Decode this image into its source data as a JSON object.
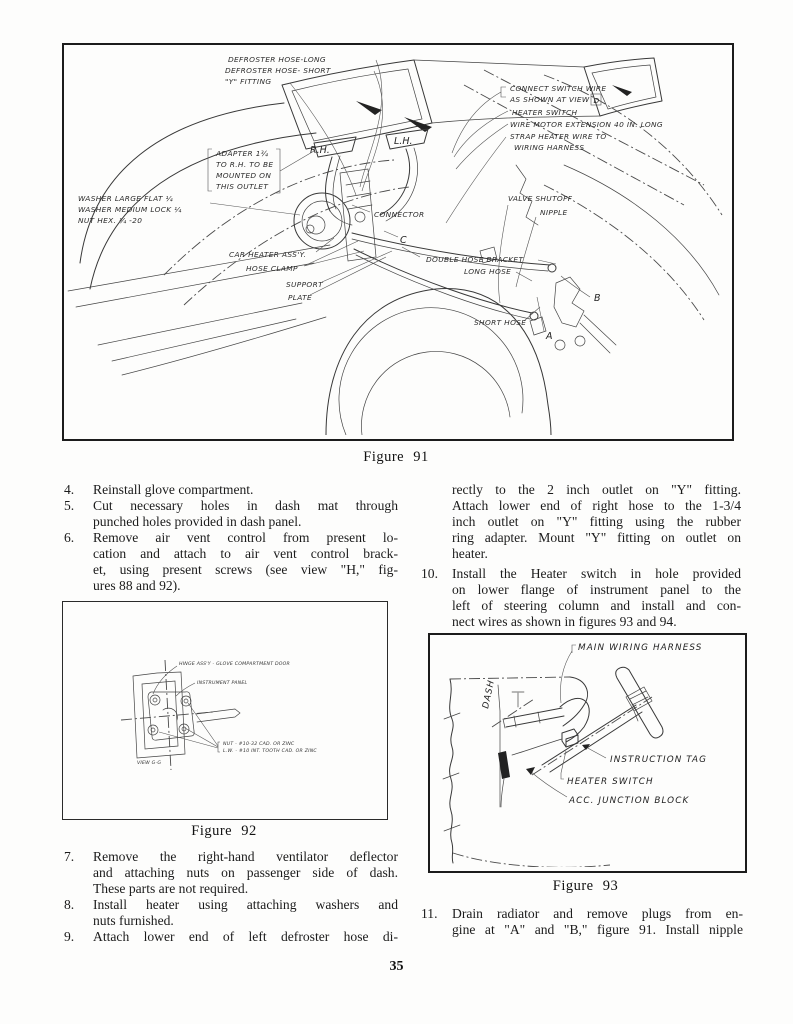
{
  "page_number": "35",
  "figure91": {
    "caption": "Figure 91",
    "labels": {
      "defroster_long": "DEFROSTER HOSE-LONG",
      "defroster_short": "DEFROSTER HOSE- SHORT",
      "y_fitting": "\"Y\" FITTING",
      "connect_switch_1": "CONNECT SWITCH WIRE",
      "connect_switch_2": "AS SHOWN AT VIEW",
      "view_d": "D",
      "heater_switch": "HEATER SWITCH",
      "wire_motor": "WIRE MOTOR EXTENSION 40 IN. LONG",
      "strap_1": "STRAP HEATER WIRE TO",
      "strap_2": "WIRING HARNESS",
      "adapter": [
        "ADAPTER 1¾",
        "TO R.H. TO BE",
        "MOUNTED ON",
        "THIS OUTLET"
      ],
      "washer_1": "WASHER LARGE FLAT ¼",
      "washer_2": "WASHER MEDIUM LOCK ¼",
      "washer_3": "NUT HEX. ¼ -20",
      "rh": "R.H.",
      "lh": "L.H.",
      "connector": "CONNECTOR",
      "car_heater": "CAR HEATER ASS'Y.",
      "hose_clamp": "HOSE CLAMP",
      "support": "SUPPORT",
      "plate": "PLATE",
      "c": "C",
      "valve_shutoff": "VALVE SHUTOFF",
      "nipple": "NIPPLE",
      "double_hose_bracket": "DOUBLE HOSE BRACKET",
      "long_hose": "LONG HOSE",
      "short_hose": "SHORT HOSE",
      "b": "B",
      "a": "A"
    }
  },
  "figure92": {
    "caption": "Figure 92",
    "labels": {
      "hinge": "HINGE ASS'Y - GLOVE COMPARTMENT DOOR",
      "instrument_panel": "INSTRUMENT PANEL",
      "nut": "NUT - #10-32 CAD. OR ZINC",
      "lockwasher": "L.W. - #10 INT. TOOTH CAD. OR ZINC",
      "view": "VIEW G-G"
    }
  },
  "figure93": {
    "caption": "Figure 93",
    "labels": {
      "main_wiring_harness": "MAIN WIRING HARNESS",
      "dash": "DASH",
      "instruction_tag": "INSTRUCTION TAG",
      "heater_switch": "HEATER SWITCH",
      "acc_junction_block": "ACC. JUNCTION BLOCK"
    }
  },
  "instructions": {
    "item4": {
      "num": "4.",
      "l1": "Reinstall glove compartment."
    },
    "item5": {
      "num": "5.",
      "l1": "Cut necessary holes in dash mat through",
      "l2": "punched holes provided in dash panel."
    },
    "item6": {
      "num": "6.",
      "l1": "Remove air vent control from present lo-",
      "l2": "cation and attach to air vent control brack-",
      "l3": "et, using present screws (see view \"H,\" fig-",
      "l4": "ures 88 and 92)."
    },
    "item7": {
      "num": "7.",
      "l1": "Remove the right-hand ventilator deflector",
      "l2": "and attaching nuts on passenger side of dash.",
      "l3": "These parts are not required."
    },
    "item8": {
      "num": "8.",
      "l1": "Install heater using attaching washers and",
      "l2": "nuts furnished."
    },
    "item9": {
      "num": "9.",
      "l1": "Attach lower end of left defroster hose di-"
    },
    "item9cont": {
      "l1": "rectly to the 2 inch outlet on \"Y\" fitting.",
      "l2": "Attach lower end of right hose to the 1-3/4",
      "l3": "inch outlet on \"Y\" fitting using the rubber",
      "l4": "ring adapter. Mount \"Y\" fitting on outlet on",
      "l5": "heater."
    },
    "item10": {
      "num": "10.",
      "l1": "Install the Heater switch in hole provided",
      "l2": "on lower flange of instrument panel to the",
      "l3": "left of steering column and install and con-",
      "l4": "nect wires as shown in figures 93 and 94."
    },
    "item11": {
      "num": "11.",
      "l1": "Drain radiator and remove plugs from en-",
      "l2": "gine at \"A\" and \"B,\" figure 91. Install nipple"
    }
  }
}
